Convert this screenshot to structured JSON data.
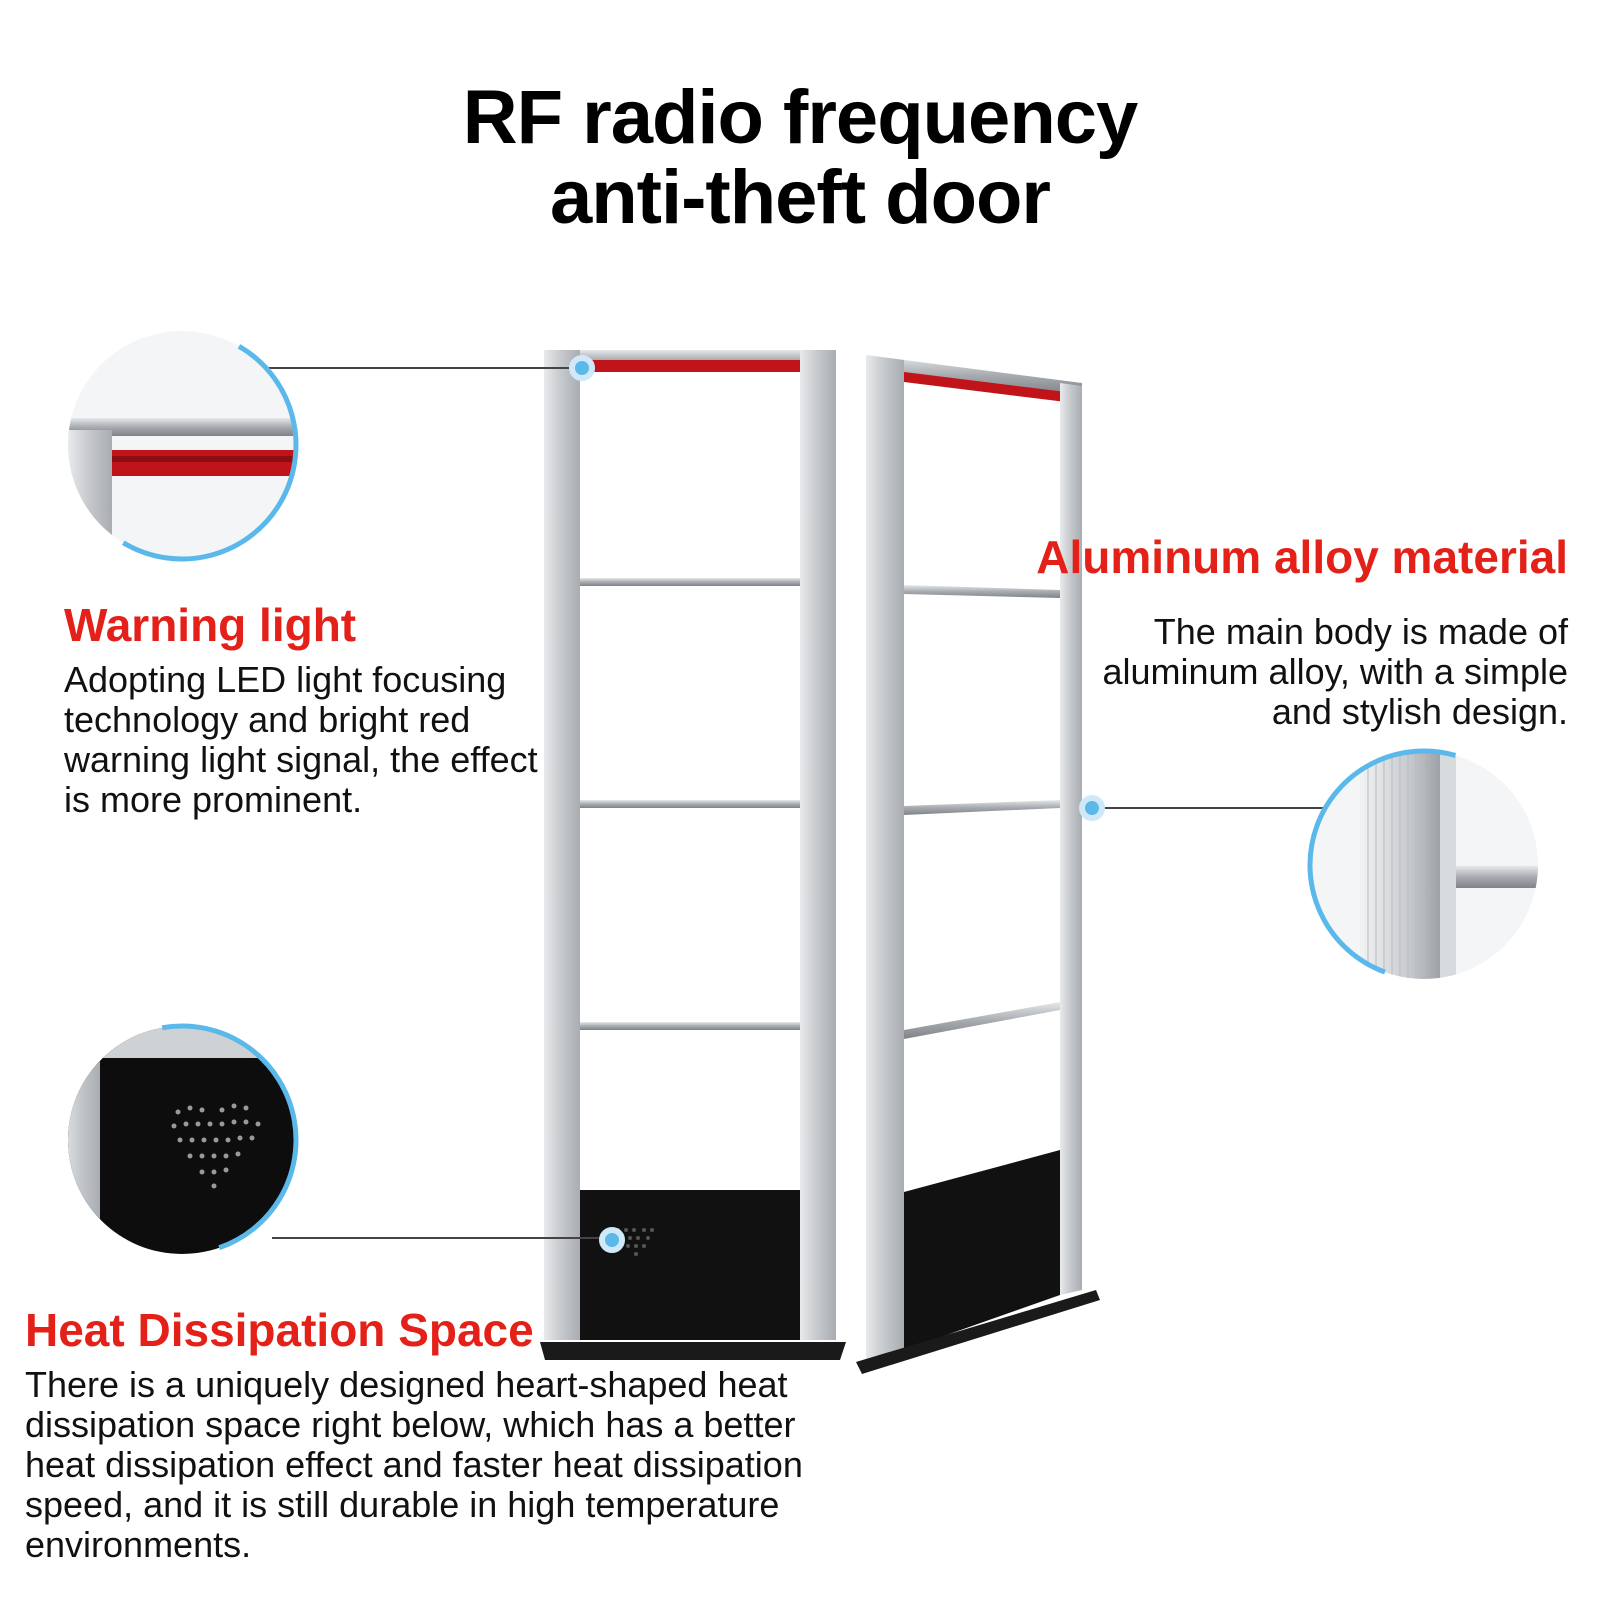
{
  "title": {
    "line1": "RF radio frequency",
    "line2": "anti-theft door"
  },
  "features": {
    "warning": {
      "heading": "Warning light",
      "text": "Adopting LED light focusing technology and bright red warning light signal, the effect is more prominent."
    },
    "aluminum": {
      "heading": "Aluminum alloy material",
      "text": "The main body is made of aluminum alloy, with a simple and stylish design."
    },
    "heat": {
      "heading": "Heat Dissipation Space",
      "text": "There is a uniquely designed heart-shaped heat dissipation space right below, which has a better heat dissipation effect and faster heat dissipation speed, and it is still durable in high temperature environments."
    }
  },
  "colors": {
    "accent": "#e32119",
    "callout_ring": "#5bb8ea",
    "frame": "#c9ccd0",
    "base": "#111111",
    "led": "#c0141a"
  }
}
